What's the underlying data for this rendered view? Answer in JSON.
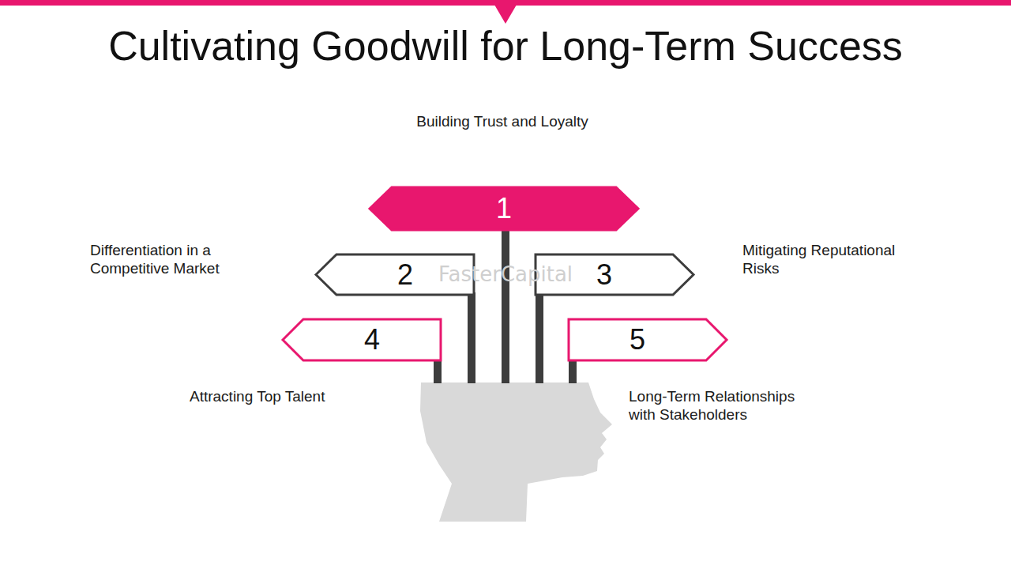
{
  "diagram": {
    "title": "Cultivating Goodwill for Long-Term Success",
    "nodes": [
      {
        "text": [
          "1",
          "Building Trust and Loyalty"
        ]
      },
      {
        "text": [
          "2",
          "Differentiation in a Competitive Market"
        ]
      },
      {
        "text": [
          "3",
          "Mitigating Reputational Risks"
        ]
      },
      {
        "text": [
          "4",
          "Attracting Top Talent"
        ]
      },
      {
        "text": [
          "5",
          "Long-Term Relationships with Stakeholders"
        ]
      }
    ],
    "labels": [
      "FasterCapital"
    ]
  }
}
